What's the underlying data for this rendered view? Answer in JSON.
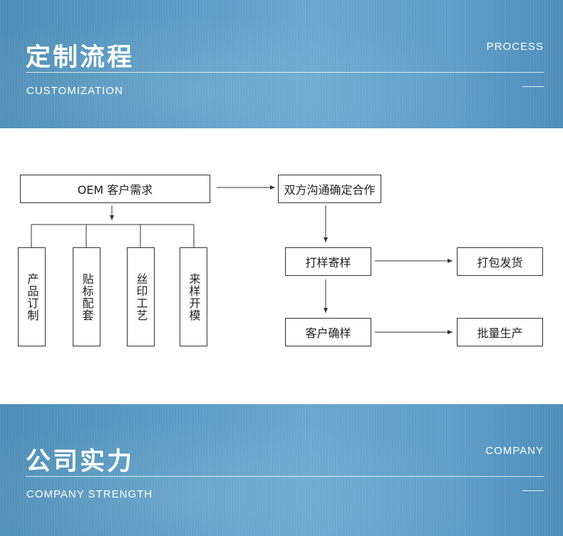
{
  "process_banner": {
    "title": "定制流程",
    "subtitle": "CUSTOMIZATION",
    "right_label": "PROCESS"
  },
  "flowchart": {
    "oem_demand": "OEM 客户需求",
    "options": [
      "产品订制",
      "贴标配套",
      "丝印工艺",
      "来样开模"
    ],
    "negotiate": "双方沟通确定合作",
    "sample_send": "打样寄样",
    "pack_ship": "打包发货",
    "customer_confirm": "客户确样",
    "mass_production": "批量生产"
  },
  "company_banner": {
    "title": "公司实力",
    "subtitle": "COMPANY STRENGTH",
    "right_label": "COMPANY"
  },
  "colors": {
    "banner_blue": "#5b9dc6",
    "line": "#333333"
  }
}
